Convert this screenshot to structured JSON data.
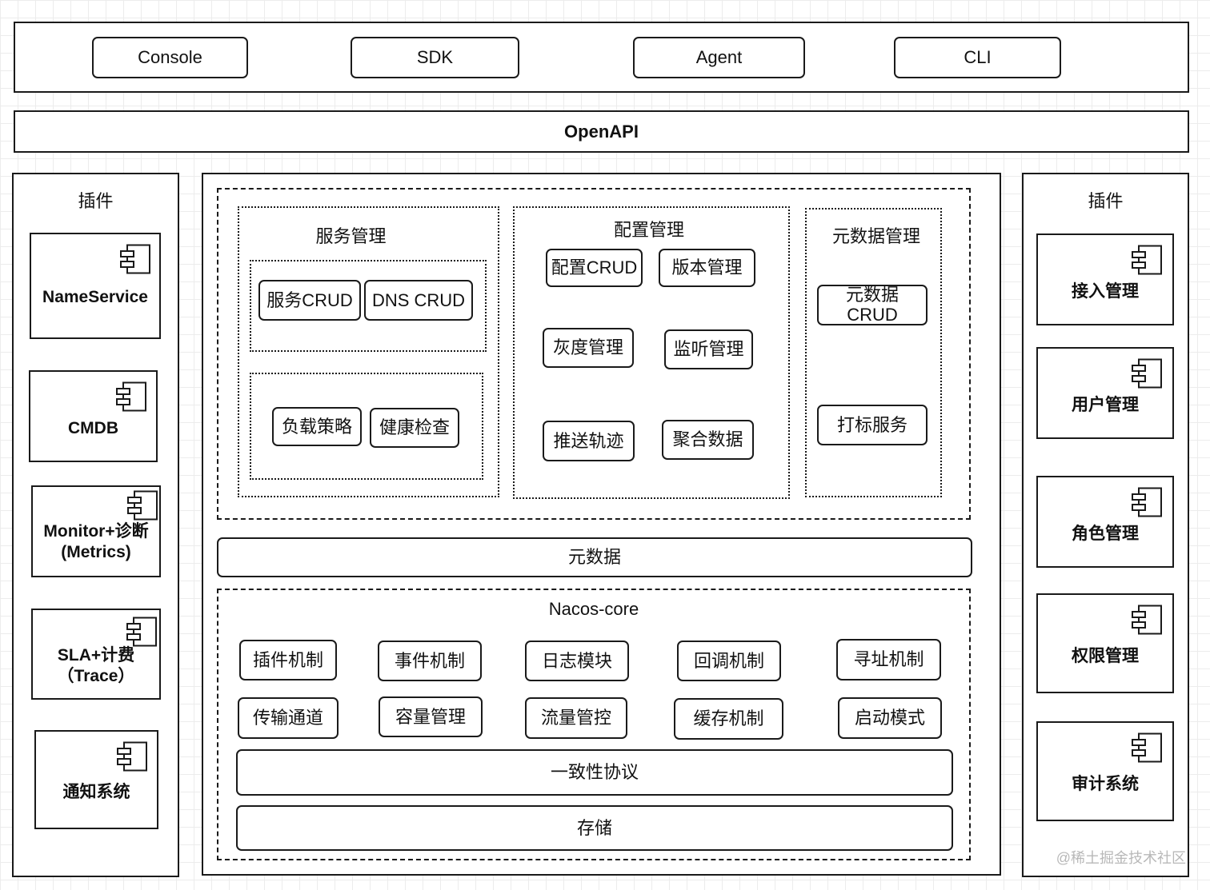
{
  "clients": [
    "Console",
    "SDK",
    "Agent",
    "CLI"
  ],
  "openapi": "OpenAPI",
  "left_plugins": {
    "title": "插件",
    "items": [
      "NameService",
      "CMDB",
      "Monitor+诊断\n(Metrics)",
      "SLA+计费\n（Trace）",
      "通知系统"
    ]
  },
  "right_plugins": {
    "title": "插件",
    "items": [
      "接入管理",
      "用户管理",
      "角色管理",
      "权限管理",
      "审计系统"
    ]
  },
  "service_mgmt": {
    "title": "服务管理",
    "crud": "服务CRUD",
    "dns": "DNS CRUD",
    "lb": "负载策略",
    "health": "健康检查"
  },
  "config_mgmt": {
    "title": "配置管理",
    "items": [
      "配置CRUD",
      "版本管理",
      "灰度管理",
      "监听管理",
      "推送轨迹",
      "聚合数据"
    ]
  },
  "meta_mgmt": {
    "title": "元数据管理",
    "crud": "元数据\nCRUD",
    "tag": "打标服务"
  },
  "metadata_bar": "元数据",
  "core": {
    "title": "Nacos-core",
    "row1": [
      "插件机制",
      "事件机制",
      "日志模块",
      "回调机制",
      "寻址机制"
    ],
    "row2": [
      "传输通道",
      "容量管理",
      "流量管控",
      "缓存机制",
      "启动模式"
    ],
    "consistency": "一致性协议",
    "storage": "存储"
  },
  "watermark": "@稀土掘金技术社区"
}
